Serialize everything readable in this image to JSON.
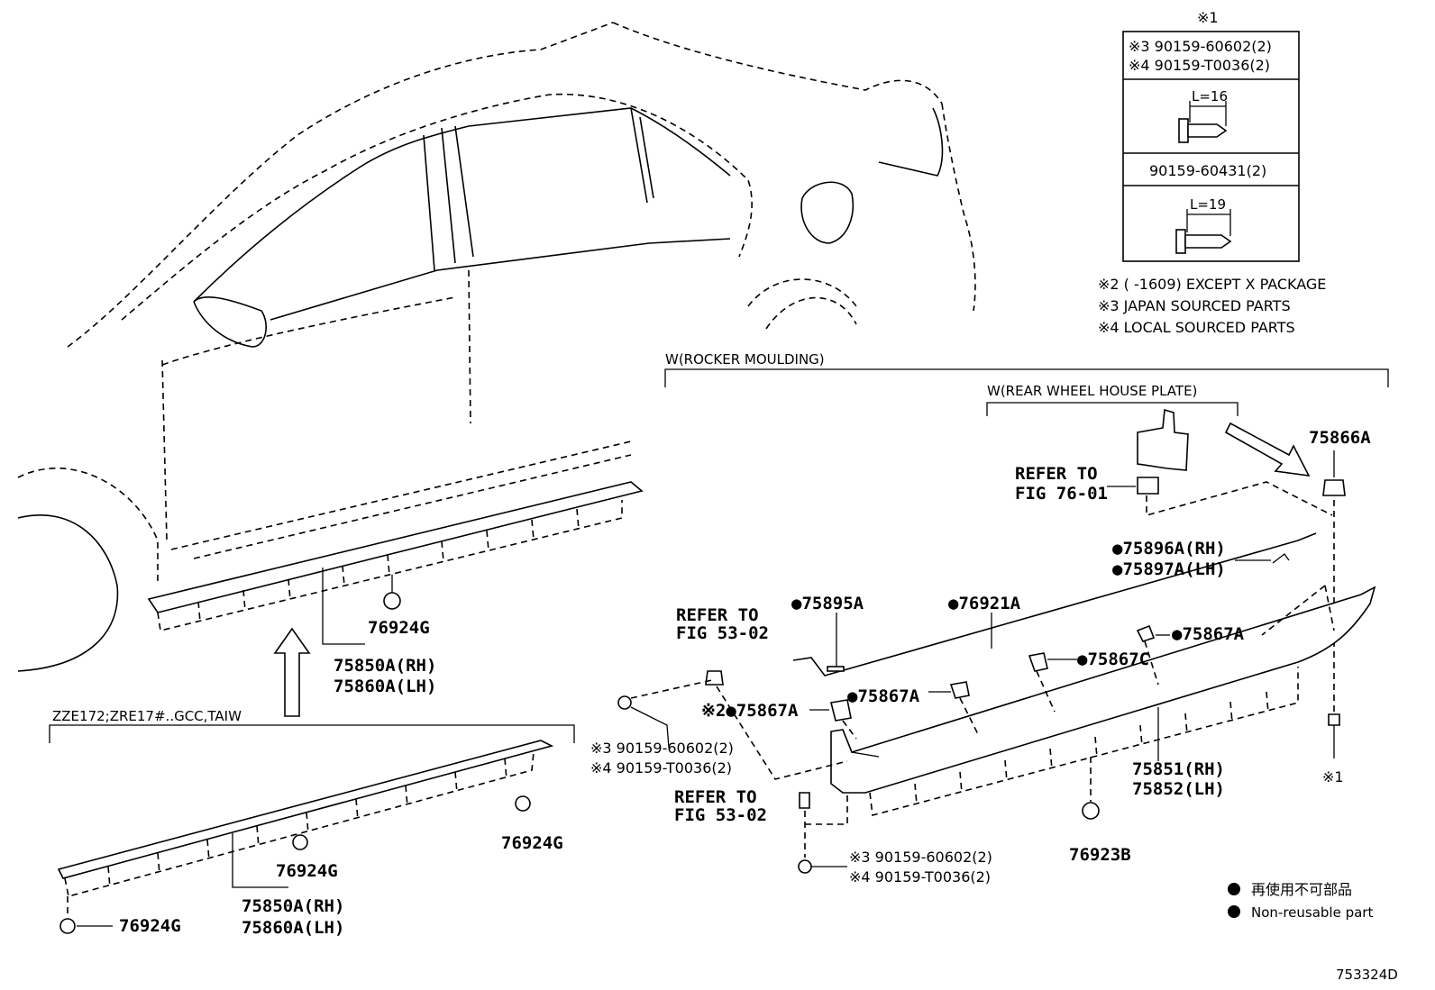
{
  "diagram_id": "753324D",
  "sections": {
    "rocker_moulding": "W(ROCKER MOULDING)",
    "rear_wheel_house_plate": "W(REAR WHEEL HOUSE PLATE)",
    "variant": "ZZE172;ZRE17#..GCC,TAIW"
  },
  "fastener_box": {
    "header": "※1",
    "row1_line1": "※3 90159-60602(2)",
    "row1_line2": "※4 90159-T0036(2)",
    "length1": "L=16",
    "row2": "90159-60431(2)",
    "length2": "L=19"
  },
  "footnotes": {
    "n2": "※2 (      -1609) EXCEPT X PACKAGE",
    "n3": "※3 JAPAN SOURCED PARTS",
    "n4": "※4 LOCAL SOURCED PARTS"
  },
  "refs": {
    "fig7601_a": "REFER TO",
    "fig7601_b": "FIG 76-01",
    "fig5302_top_a": "REFER TO",
    "fig5302_top_b": "FIG 53-02",
    "fig5302_bot_a": "REFER TO",
    "fig5302_bot_b": "FIG 53-02"
  },
  "parts": {
    "p75866A": "75866A",
    "p75896A": "●75896A(RH)",
    "p75897A": "●75897A(LH)",
    "p75895A": "●75895A",
    "p76921A": "●76921A",
    "p75867A_r": "●75867A",
    "p75867C": "●75867C",
    "p75867A_m": "●75867A",
    "p75867A_l": "※2●75867A",
    "p75851": "75851(RH)",
    "p75852": "75852(LH)",
    "p76923B": "76923B",
    "note1_bottom": "※1",
    "screw_mid_1": "※3 90159-60602(2)",
    "screw_mid_2": "※4 90159-T0036(2)",
    "screw_bot_1": "※3 90159-60602(2)",
    "screw_bot_2": "※4 90159-T0036(2)",
    "car_76924G": "76924G",
    "car_75850A": "75850A(RH)",
    "car_75860A": "75860A(LH)",
    "var_76924G_a": "76924G",
    "var_76924G_b": "76924G",
    "var_76924G_c": "76924G",
    "var_75850A": "75850A(RH)",
    "var_75860A": "75860A(LH)"
  },
  "legend": {
    "jp": "再使用不可部品",
    "en": "Non-reusable part"
  }
}
